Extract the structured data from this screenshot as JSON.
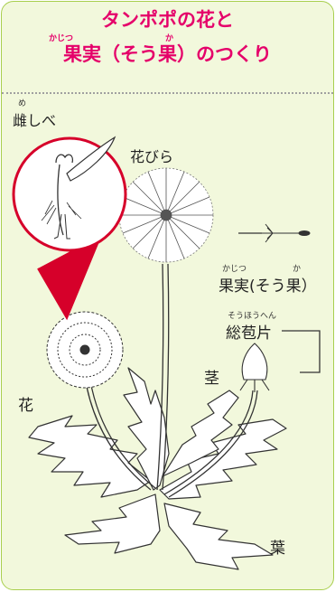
{
  "title": {
    "line1": "タンポポの花と",
    "line2": "果実（そう果）のつくり",
    "ruby_kajitsu": "かじつ",
    "ruby_ka": "か"
  },
  "labels": {
    "pistil": "雌しべ",
    "pistil_ruby": "め",
    "petal": "花びら",
    "fruit": "果実(そう果）",
    "fruit_ruby_kajitsu": "かじつ",
    "fruit_ruby_ka": "か",
    "involucre": "総苞片",
    "involucre_ruby": "そうほうへん",
    "stem": "茎",
    "flower": "花",
    "leaf": "葉"
  },
  "colors": {
    "accent": "#e5006a",
    "border": "#a9cf4f",
    "background": "#f2f8dc",
    "callout": "#d6002a"
  }
}
